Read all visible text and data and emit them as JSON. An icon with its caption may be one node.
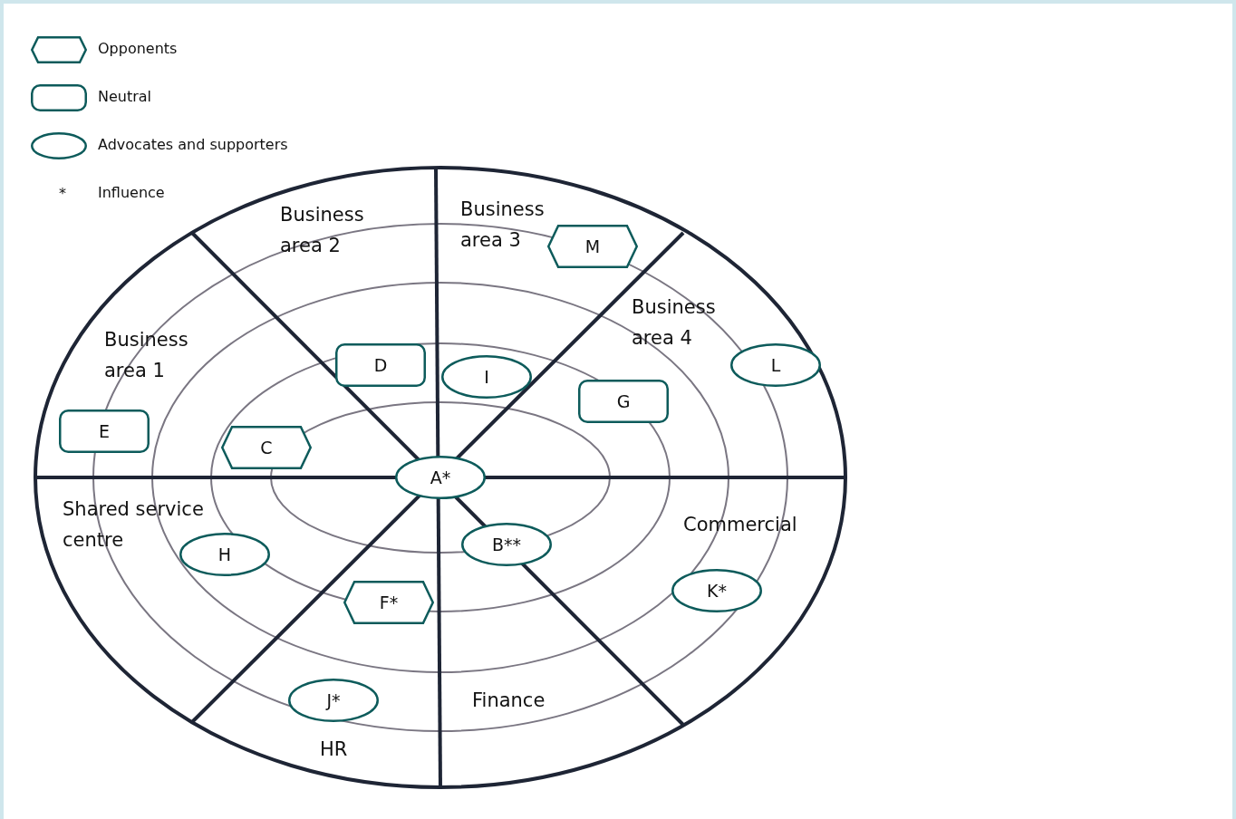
{
  "diagram": {
    "nodes": [
      {
        "text": [
          "M"
        ]
      },
      {
        "text": [
          "L"
        ]
      },
      {
        "text": [
          "D"
        ]
      },
      {
        "text": [
          "I"
        ]
      },
      {
        "text": [
          "G"
        ]
      },
      {
        "text": [
          "E"
        ]
      },
      {
        "text": [
          "C"
        ]
      },
      {
        "text": [
          "A*"
        ]
      },
      {
        "text": [
          "B**"
        ]
      },
      {
        "text": [
          "H"
        ]
      },
      {
        "text": [
          "K*"
        ]
      },
      {
        "text": [
          "F*"
        ]
      },
      {
        "text": [
          "J*"
        ]
      }
    ],
    "labels": [
      "*",
      "Business area 3",
      "Business area 2",
      "Business area 4",
      "Business area 1",
      "Shared service centre",
      "Commercial",
      "Finance",
      "HR"
    ],
    "legend": [
      {
        "text": "Opponents"
      },
      {
        "text": "Neutral"
      },
      {
        "text": "Advocates and supporters"
      },
      {
        "text": "Influence"
      }
    ]
  }
}
